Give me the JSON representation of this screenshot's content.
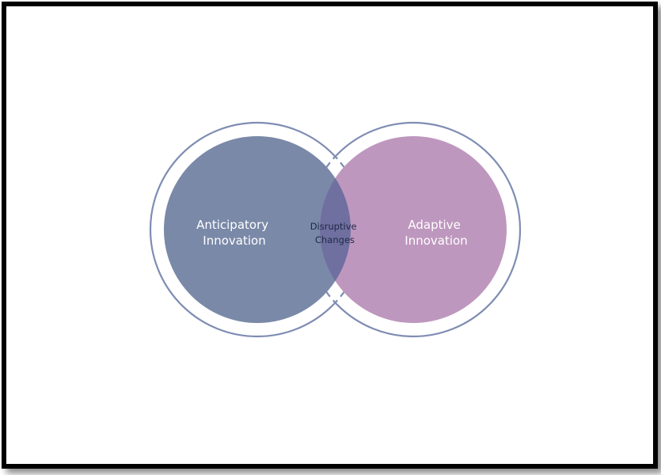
{
  "diagram": {
    "left_circle": {
      "label_lines": [
        "Anticipatory",
        "Innovation"
      ],
      "fill_color": "#7a89a8",
      "ring_color": "#7f8db3"
    },
    "right_circle": {
      "label_lines": [
        "Adaptive",
        "Innovation"
      ],
      "fill_color": "#be97be",
      "ring_color": "#7f8db3"
    },
    "overlap": {
      "label_lines": [
        "Disruptive",
        "Changes"
      ],
      "fill_color": "#6f6fa0"
    },
    "frame_color": "#000000"
  }
}
